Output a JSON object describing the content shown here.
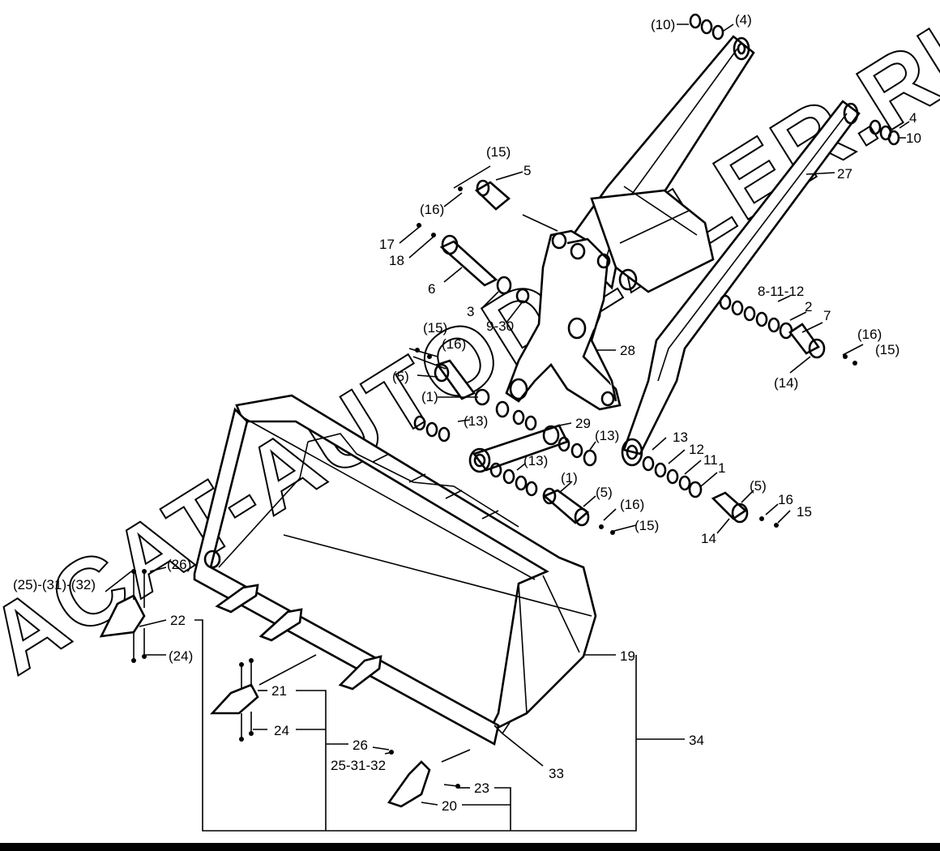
{
  "watermark": "ACAT-AUTODEALER.RU",
  "callouts": [
    {
      "id": "c1",
      "text": "(10)"
    },
    {
      "id": "c2",
      "text": "(4)"
    },
    {
      "id": "c3",
      "text": "4"
    },
    {
      "id": "c4",
      "text": "10"
    },
    {
      "id": "c5",
      "text": "27"
    },
    {
      "id": "c6",
      "text": "(15)"
    },
    {
      "id": "c7",
      "text": "5"
    },
    {
      "id": "c8",
      "text": "(16)"
    },
    {
      "id": "c9",
      "text": "17"
    },
    {
      "id": "c10",
      "text": "18"
    },
    {
      "id": "c11",
      "text": "6"
    },
    {
      "id": "c12",
      "text": "3"
    },
    {
      "id": "c13",
      "text": "9-30"
    },
    {
      "id": "c14",
      "text": "8-11-12"
    },
    {
      "id": "c15",
      "text": "2"
    },
    {
      "id": "c16",
      "text": "7"
    },
    {
      "id": "c17",
      "text": "(16)"
    },
    {
      "id": "c18",
      "text": "(15)"
    },
    {
      "id": "c19",
      "text": "(14)"
    },
    {
      "id": "c20",
      "text": "28"
    },
    {
      "id": "c21",
      "text": "(15)"
    },
    {
      "id": "c22",
      "text": "(16)"
    },
    {
      "id": "c23",
      "text": "(5)"
    },
    {
      "id": "c24",
      "text": "(1)"
    },
    {
      "id": "c25",
      "text": "(13)"
    },
    {
      "id": "c26",
      "text": "29"
    },
    {
      "id": "c27",
      "text": "(13)"
    },
    {
      "id": "c28",
      "text": "(13)"
    },
    {
      "id": "c29",
      "text": "13"
    },
    {
      "id": "c30",
      "text": "12"
    },
    {
      "id": "c31",
      "text": "11"
    },
    {
      "id": "c32",
      "text": "1"
    },
    {
      "id": "c33",
      "text": "(1)"
    },
    {
      "id": "c34",
      "text": "(5)"
    },
    {
      "id": "c35",
      "text": "(16)"
    },
    {
      "id": "c36",
      "text": "(15)"
    },
    {
      "id": "c37",
      "text": "(5)"
    },
    {
      "id": "c38",
      "text": "16"
    },
    {
      "id": "c39",
      "text": "15"
    },
    {
      "id": "c40",
      "text": "14"
    },
    {
      "id": "c41",
      "text": "(26)"
    },
    {
      "id": "c42",
      "text": "(25)-(31)-(32)"
    },
    {
      "id": "c43",
      "text": "22"
    },
    {
      "id": "c44",
      "text": "(24)"
    },
    {
      "id": "c45",
      "text": "19"
    },
    {
      "id": "c46",
      "text": "21"
    },
    {
      "id": "c47",
      "text": "24"
    },
    {
      "id": "c48",
      "text": "34"
    },
    {
      "id": "c49",
      "text": "26"
    },
    {
      "id": "c50",
      "text": "25-31-32"
    },
    {
      "id": "c51",
      "text": "33"
    },
    {
      "id": "c52",
      "text": "23"
    },
    {
      "id": "c53",
      "text": "20"
    }
  ]
}
